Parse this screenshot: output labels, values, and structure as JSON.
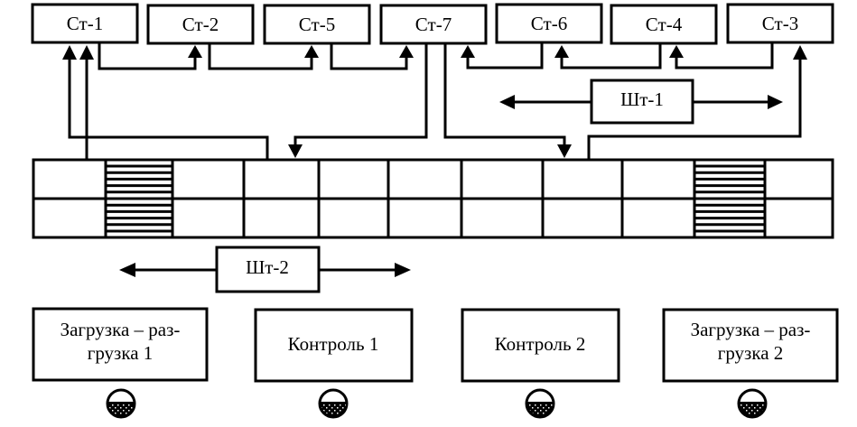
{
  "diagram": {
    "stations": [
      {
        "id": "st1",
        "label": "Ст-1"
      },
      {
        "id": "st2",
        "label": "Ст-2"
      },
      {
        "id": "st5",
        "label": "Ст-5"
      },
      {
        "id": "st7",
        "label": "Ст-7"
      },
      {
        "id": "st6",
        "label": "Ст-6"
      },
      {
        "id": "st4",
        "label": "Ст-4"
      },
      {
        "id": "st3",
        "label": "Ст-3"
      }
    ],
    "stackers": [
      {
        "id": "sht1",
        "label": "Шт-1"
      },
      {
        "id": "sht2",
        "label": "Шт-2"
      }
    ],
    "zones": [
      {
        "id": "load1",
        "line1": "Загрузка –  раз-",
        "line2": "грузка 1"
      },
      {
        "id": "ctrl1",
        "line1": "Контроль 1"
      },
      {
        "id": "ctrl2",
        "line1": "Контроль 2"
      },
      {
        "id": "load2",
        "line1": "Загрузка –  раз-",
        "line2": "грузка 2"
      }
    ],
    "storage_grid": {
      "rows": 2,
      "columns": 11,
      "hatched_columns": [
        2,
        10
      ]
    },
    "colors": {
      "stroke": "#000000",
      "background": "#ffffff"
    }
  }
}
